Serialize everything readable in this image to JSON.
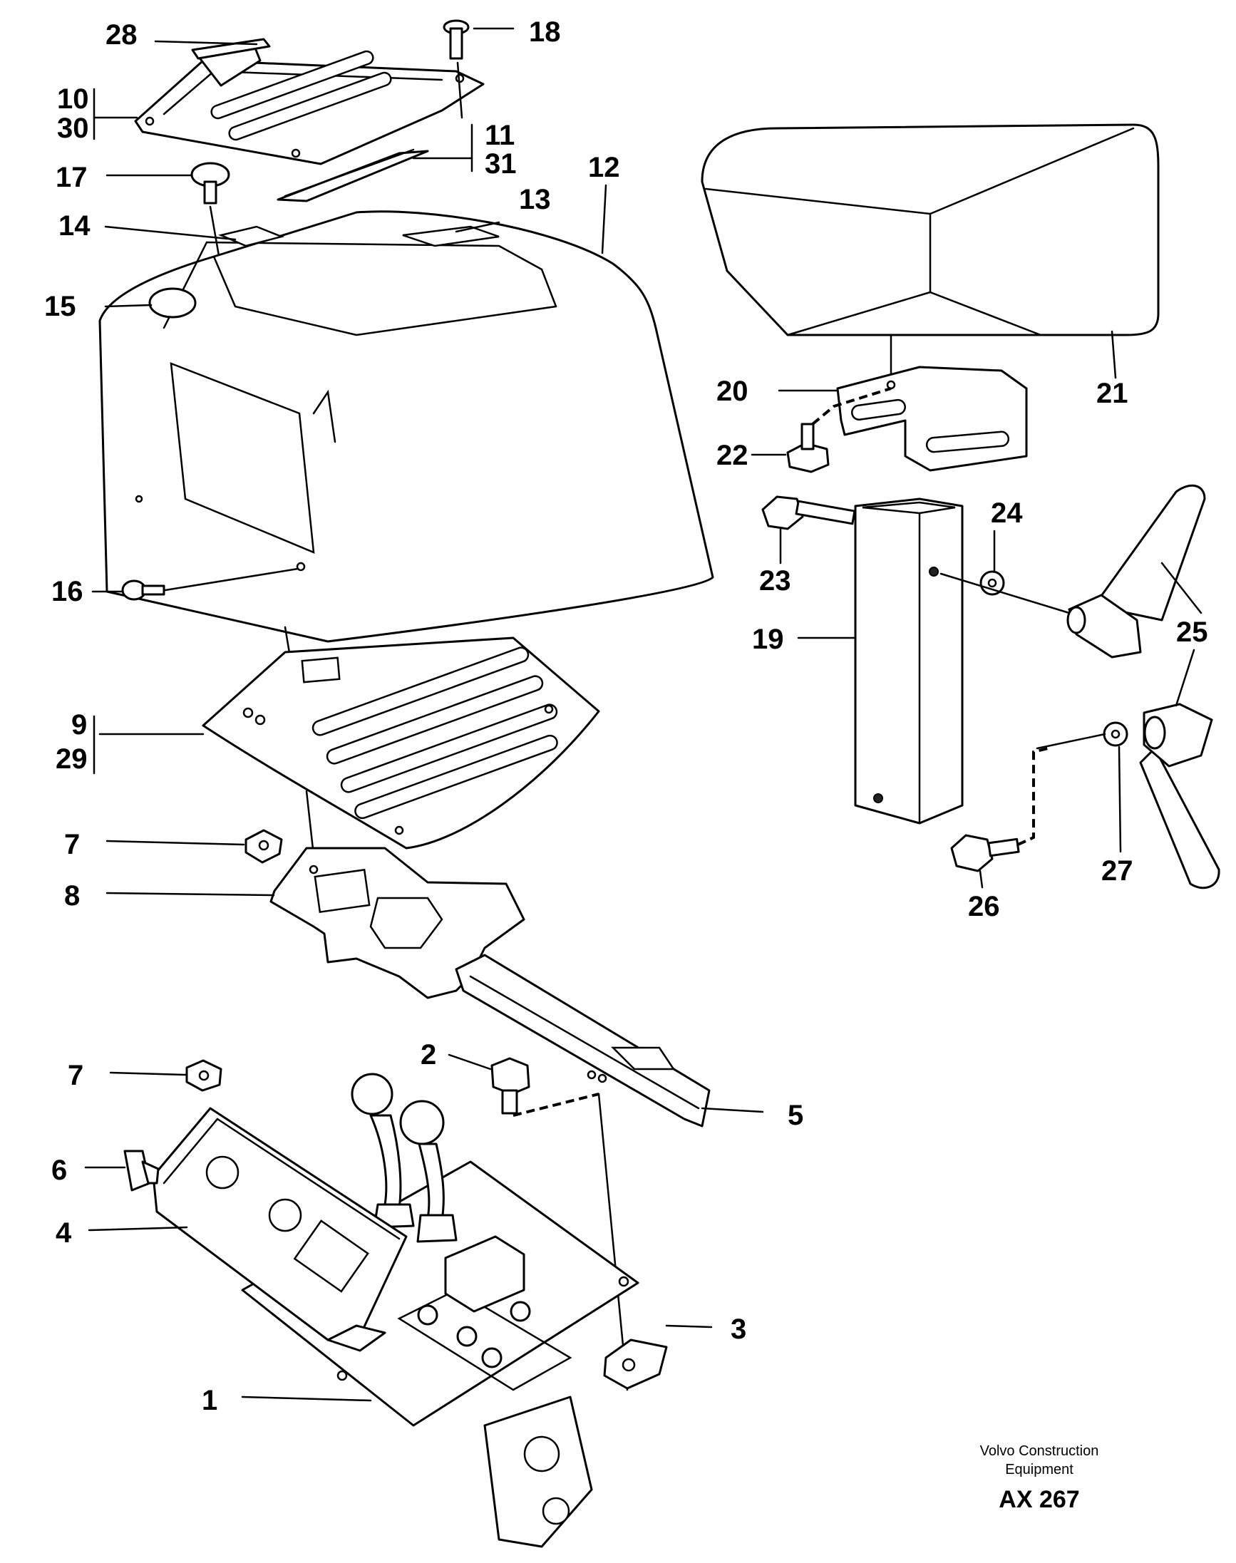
{
  "labels": {
    "l28": "28",
    "l18": "18",
    "l10": "10",
    "l30": "30",
    "l11": "11",
    "l31": "31",
    "l17": "17",
    "l12": "12",
    "l14": "14",
    "l13": "13",
    "l15": "15",
    "l16": "16",
    "l21": "21",
    "l20": "20",
    "l22": "22",
    "l24": "24",
    "l23": "23",
    "l19": "19",
    "l25a": "25",
    "l25b": "25",
    "l27": "27",
    "l26": "26",
    "l9": "9",
    "l29": "29",
    "l7a": "7",
    "l8": "8",
    "l7b": "7",
    "l2": "2",
    "l5": "5",
    "l6": "6",
    "l4": "4",
    "l3": "3",
    "l1": "1"
  },
  "credit": {
    "line1": "Volvo Construction",
    "line2": "Equipment",
    "code": "AX 267"
  }
}
